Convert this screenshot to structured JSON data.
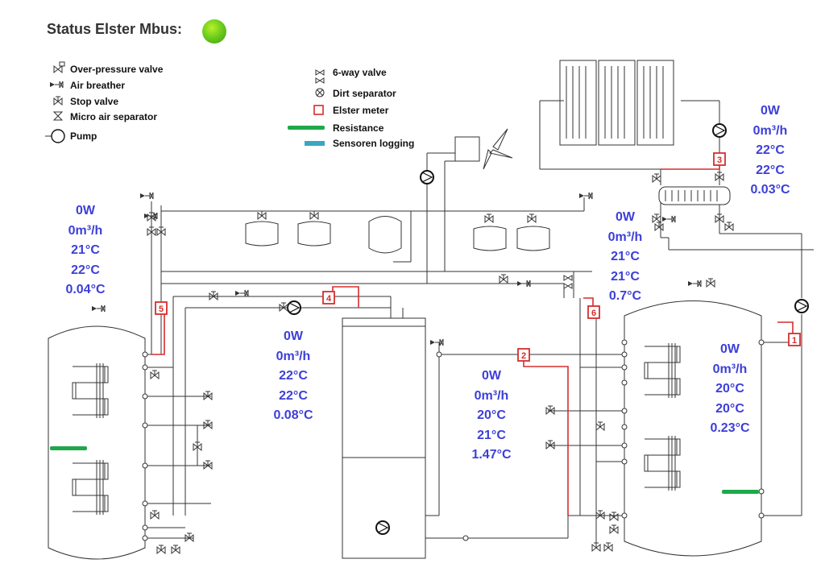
{
  "status": {
    "title": "Status Elster Mbus:",
    "led_color": "#4fbf1a"
  },
  "legend": {
    "items": [
      {
        "icon": "over-pressure-valve-icon",
        "label": "Over-pressure valve"
      },
      {
        "icon": "air-breather-icon",
        "label": "Air breather"
      },
      {
        "icon": "stop-valve-icon",
        "label": "Stop valve"
      },
      {
        "icon": "micro-air-separator-icon",
        "label": "Micro air separator"
      },
      {
        "icon": "pump-icon",
        "label": "Pump"
      },
      {
        "icon": "six-way-valve-icon",
        "label": "6-way valve"
      },
      {
        "icon": "dirt-separator-icon",
        "label": "Dirt separator"
      },
      {
        "icon": "elster-meter-icon",
        "label": "Elster meter"
      },
      {
        "icon": "resistance-icon",
        "label": "Resistance"
      },
      {
        "icon": "sensor-logging-icon",
        "label": "Sensoren logging"
      }
    ]
  },
  "colors": {
    "line": "#333333",
    "meter": "#d62d2d",
    "readout": "#3c3fd8",
    "resistance": "#1fa84a",
    "sensor": "#3aa6c4"
  },
  "meters": [
    {
      "id": "1",
      "readings": [
        "0W",
        "0m³/h",
        "20°C",
        "20°C",
        "0.23°C"
      ]
    },
    {
      "id": "2",
      "readings": [
        "0W",
        "0m³/h",
        "20°C",
        "21°C",
        "1.47°C"
      ]
    },
    {
      "id": "3",
      "readings": [
        "0W",
        "0m³/h",
        "22°C",
        "22°C",
        "0.03°C"
      ]
    },
    {
      "id": "4",
      "readings": [
        "0W",
        "0m³/h",
        "22°C",
        "22°C",
        "0.08°C"
      ]
    },
    {
      "id": "5",
      "readings": [
        "0W",
        "0m³/h",
        "21°C",
        "22°C",
        "0.04°C"
      ]
    },
    {
      "id": "6",
      "readings": [
        "0W",
        "0m³/h",
        "21°C",
        "21°C",
        "0.7°C"
      ]
    }
  ]
}
